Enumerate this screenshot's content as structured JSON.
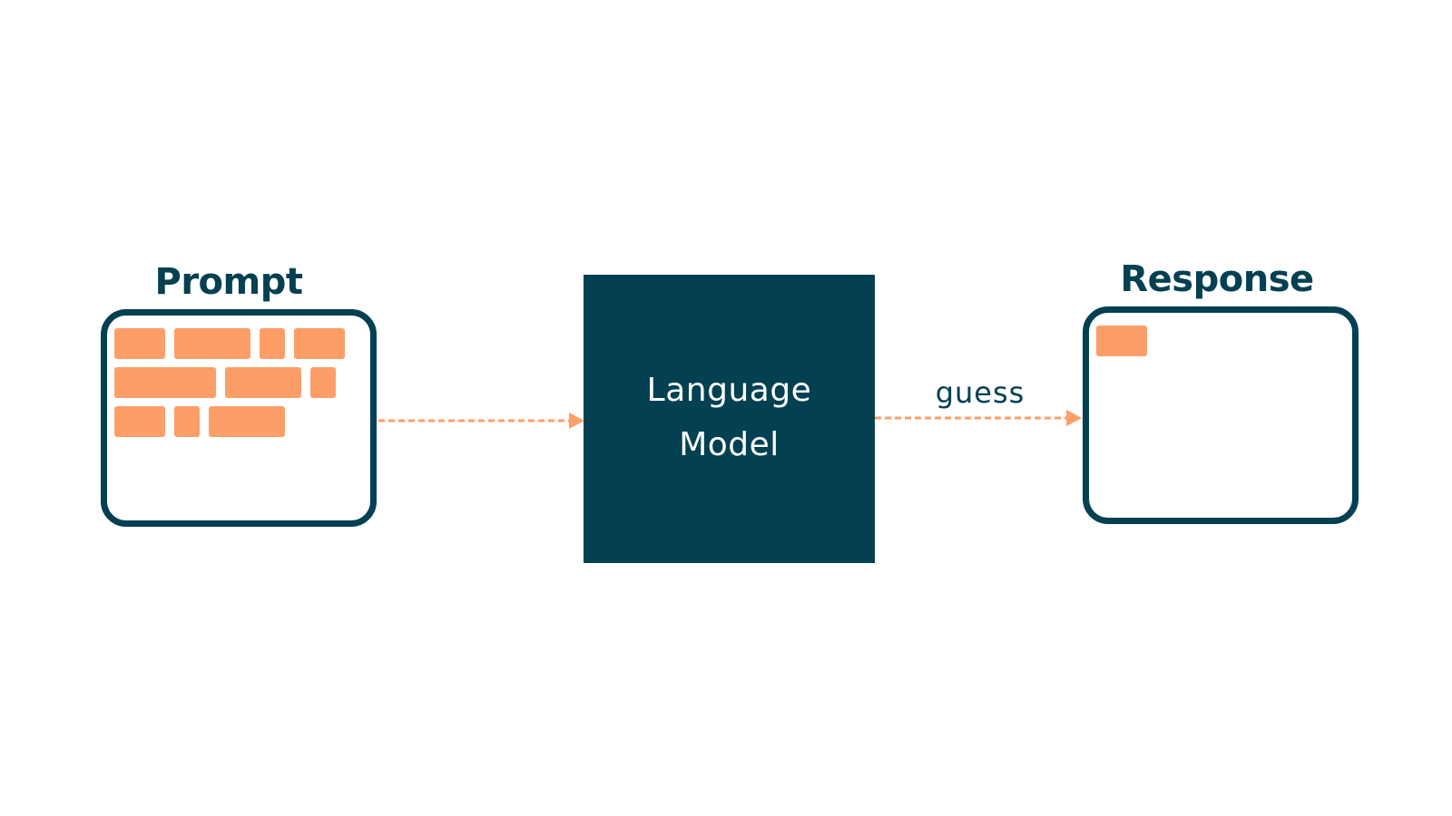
{
  "diagram": {
    "prompt": {
      "title": "Prompt",
      "token_rows": [
        [
          {
            "units": 4
          },
          {
            "units": 6
          },
          {
            "units": 2
          },
          {
            "units": 4
          }
        ],
        [
          {
            "units": 8
          },
          {
            "units": 6
          },
          {
            "units": 2
          }
        ],
        [
          {
            "units": 4
          },
          {
            "units": 2
          },
          {
            "units": 6
          }
        ]
      ]
    },
    "model": {
      "line1": "Language",
      "line2": "Model"
    },
    "edge_label": "guess",
    "response": {
      "title": "Response",
      "token_rows": [
        [
          {
            "units": 4
          }
        ]
      ]
    },
    "colors": {
      "primary": "#034051",
      "accent": "#fd9e69",
      "background": "#ffffff"
    }
  }
}
